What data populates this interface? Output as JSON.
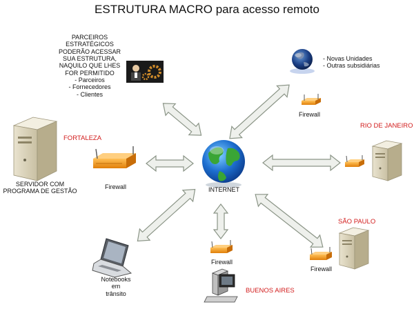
{
  "title": "ESTRUTURA MACRO para acesso remoto",
  "partners_note": {
    "lines": [
      "PARCEIROS",
      "ESTRATÉGICOS",
      "PODERÃO ACESSAR",
      "SUA ESTRUTURA,",
      "NAQUILO QUE LHES",
      "FOR PERMITIDO",
      "- Parceiros",
      "- Fornecedores",
      "- Clientes"
    ]
  },
  "new_units": {
    "lines": [
      "- Novas Unidades",
      "- Outras subsidiárias"
    ],
    "firewall": "Firewall"
  },
  "fortaleza": {
    "label": "FORTALEZA",
    "firewall": "Firewall",
    "server_lines": [
      "SERVIDOR COM",
      "PROGRAMA DE GESTÃO"
    ]
  },
  "internet": "INTERNET",
  "rio": {
    "label": "RIO DE JANEIRO"
  },
  "sao_paulo": {
    "label": "SÃO PAULO",
    "firewall": "Firewall"
  },
  "buenos_aires": {
    "label": "BUENOS AIRES",
    "firewall": "Firewall"
  },
  "notebooks": {
    "lines": [
      "Notebooks",
      "em",
      "trânsito"
    ]
  },
  "colors": {
    "arrow_fill": "#eef0ec",
    "arrow_stroke": "#8a9486",
    "firewall": "#f39a1b",
    "label_red": "#d21b1b"
  }
}
